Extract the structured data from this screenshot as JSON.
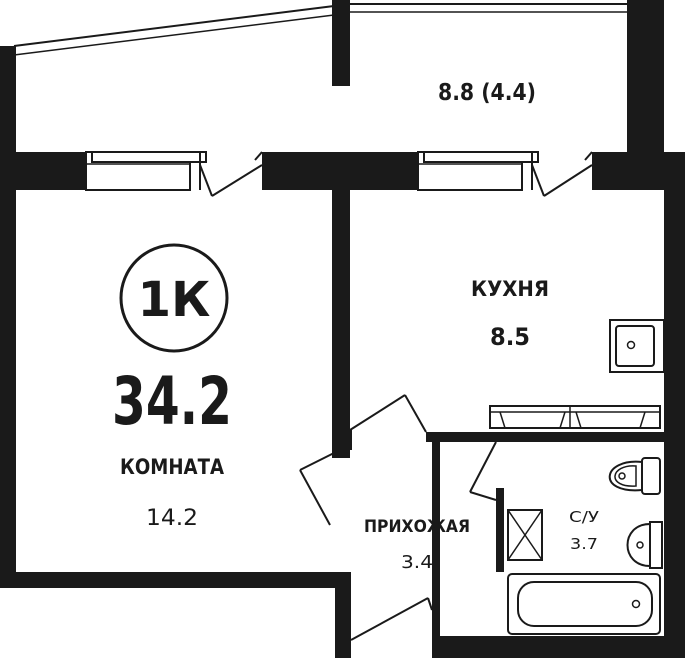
{
  "apartment": {
    "type_badge": "1К",
    "total_area": "34.2"
  },
  "rooms": {
    "room": {
      "name": "КОМНАТА",
      "area": "14.2"
    },
    "kitchen": {
      "name": "КУХНЯ",
      "area": "8.5"
    },
    "hallway": {
      "name": "ПРИХОЖАЯ",
      "area": "3.4"
    },
    "bathroom": {
      "name": "С/У",
      "area": "3.7"
    },
    "balcony": {
      "area": "8.8 (4.4)"
    }
  },
  "colors": {
    "wall": "#1a1a1a",
    "line": "#1a1a1a",
    "background": "#ffffff"
  }
}
